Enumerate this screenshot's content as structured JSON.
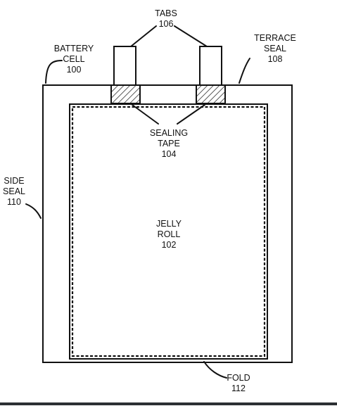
{
  "labels": {
    "tabs": [
      "TABS",
      "106"
    ],
    "battery_cell": [
      "BATTERY",
      "CELL",
      "100"
    ],
    "terrace_seal": [
      "TERRACE",
      "SEAL",
      "108"
    ],
    "sealing_tape": [
      "SEALING",
      "TAPE",
      "104"
    ],
    "side_seal": [
      "SIDE",
      "SEAL",
      "110"
    ],
    "jelly_roll": [
      "JELLY",
      "ROLL",
      "102"
    ],
    "fold": [
      "FOLD",
      "112"
    ]
  },
  "colors": {
    "ink": "#111111",
    "background": "#ffffff",
    "bottom_bar": "#2b2f33"
  }
}
